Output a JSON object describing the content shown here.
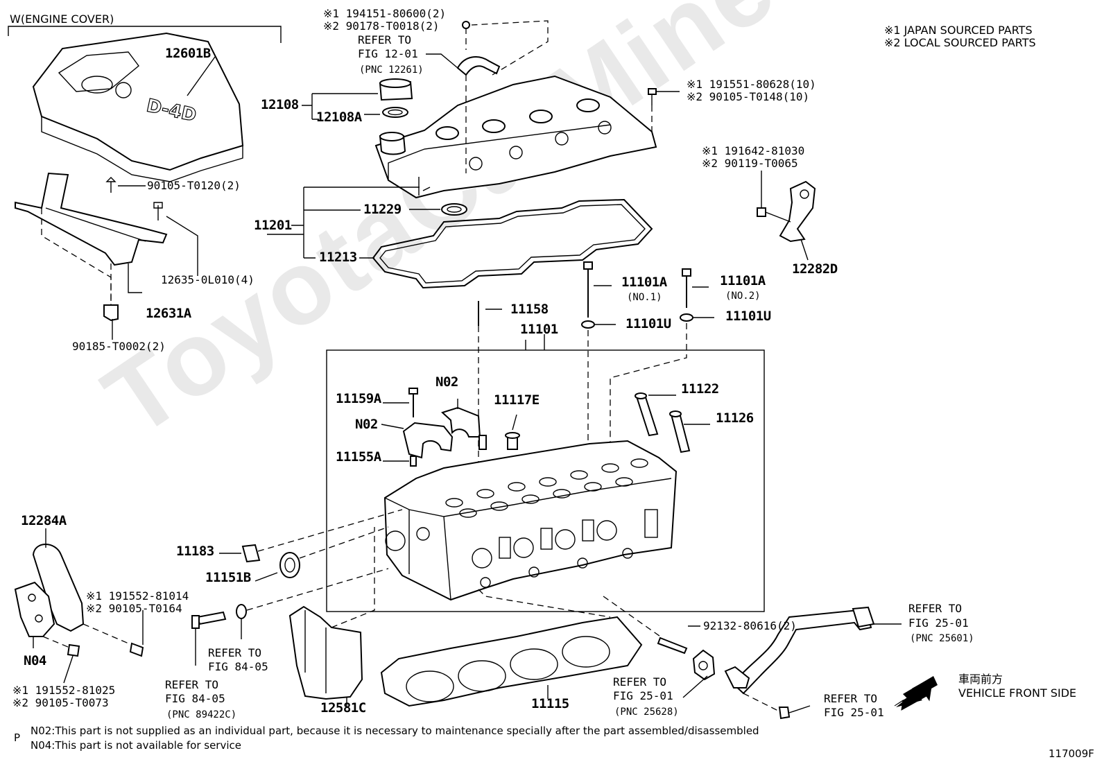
{
  "watermark": "ToyotaCarMine.ru",
  "header": {
    "group_label": "W(ENGINE COVER)",
    "legend_1": "※1 JAPAN SOURCED PARTS",
    "legend_2": "※2 LOCAL SOURCED PARTS"
  },
  "cover_text": "D-4D",
  "parts": {
    "p12601B": "12601B",
    "p12108": "12108",
    "p12108A": "12108A",
    "p11201": "11201",
    "p11229": "11229",
    "p11213": "11213",
    "p12635": "12635-0L010(4)",
    "p12631A": "12631A",
    "p90105_T0120": "90105-T0120(2)",
    "p90185": "90185-T0002(2)",
    "p194151": "※1 194151-80600(2)",
    "p290178": "※2 90178-T0018(2)",
    "p191551": "※1 191551-80628(10)",
    "p290105_T0148": "※2 90105-T0148(10)",
    "p191642": "※1 191642-81030",
    "p290119": "※2 90119-T0065",
    "p12282D": "12282D",
    "p11101A_1": "11101A",
    "no1": "(NO.1)",
    "p11101A_2": "11101A",
    "no2": "(NO.2)",
    "p11101U_1": "11101U",
    "p11101U_2": "11101U",
    "p11158": "11158",
    "p11101": "11101",
    "p11122": "11122",
    "p11126": "11126",
    "p11159A": "11159A",
    "n02_a": "N02",
    "n02_b": "N02",
    "p11117E": "11117E",
    "p11155A": "11155A",
    "p12284A": "12284A",
    "p11183": "11183",
    "p11151B": "11151B",
    "p191552_81014": "※1 191552-81014",
    "p290105_T0164": "※2 90105-T0164",
    "n04": "N04",
    "p191552_81025": "※1 191552-81025",
    "p290105_T0073": "※2 90105-T0073",
    "p92132": "92132-80616(2)",
    "p11115": "11115",
    "p12581C": "12581C"
  },
  "refs": {
    "r1201_a": "REFER TO",
    "r1201_b": "FIG 12-01",
    "r1201_c": "(PNC 12261)",
    "r8405a_a": "REFER TO",
    "r8405a_b": "FIG 84-05",
    "r8405b_a": "REFER TO",
    "r8405b_b": "FIG 84-05",
    "r8405b_c": "(PNC 89422C)",
    "r2501a_a": "REFER TO",
    "r2501a_b": "FIG 25-01",
    "r2501a_c": "(PNC 25601)",
    "r2501b_a": "REFER TO",
    "r2501b_b": "FIG 25-01",
    "r2501b_c": "(PNC 25628)",
    "r2501c_a": "REFER TO",
    "r2501c_b": "FIG 25-01"
  },
  "direction": {
    "jp": "車両前方",
    "en": "VEHICLE FRONT SIDE"
  },
  "notes": {
    "prefix": "P",
    "n02": "N02:This part is not supplied as an individual part, because it is necessary to maintenance specially after the part assembled/disassembled",
    "n04": "N04:This part is not available for service"
  },
  "figure_code": "117009F"
}
